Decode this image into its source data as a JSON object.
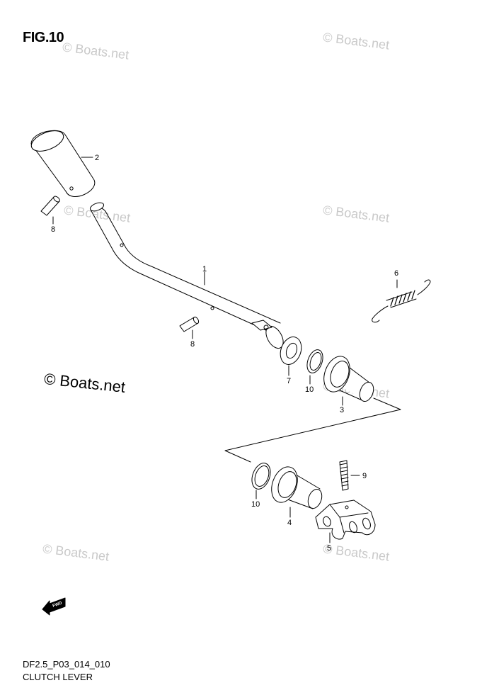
{
  "figure": {
    "title": "FIG.10",
    "code": "DF2.5_P03_014_010",
    "caption": "CLUTCH LEVER"
  },
  "watermarks": {
    "main": "© Boats.net",
    "faint": [
      "© Boats.net",
      "© Boats.net",
      "© Boats.net",
      "© Boats.net",
      "© Boats.net",
      "© Boats.net",
      "© Boats.net"
    ]
  },
  "fwd_label": "FWD",
  "callouts": [
    {
      "id": "1",
      "part": "lever"
    },
    {
      "id": "2",
      "part": "grip"
    },
    {
      "id": "3",
      "part": "bushing-upper"
    },
    {
      "id": "4",
      "part": "bushing-lower"
    },
    {
      "id": "5",
      "part": "bracket"
    },
    {
      "id": "6",
      "part": "spring"
    },
    {
      "id": "7",
      "part": "washer"
    },
    {
      "id": "8",
      "part": "pin-upper"
    },
    {
      "id": "8",
      "part": "pin-lower"
    },
    {
      "id": "9",
      "part": "bolt"
    },
    {
      "id": "10",
      "part": "o-ring-upper"
    },
    {
      "id": "10",
      "part": "o-ring-lower"
    }
  ],
  "colors": {
    "line": "#000000",
    "watermark": "#c9c9c9",
    "background": "#ffffff"
  }
}
